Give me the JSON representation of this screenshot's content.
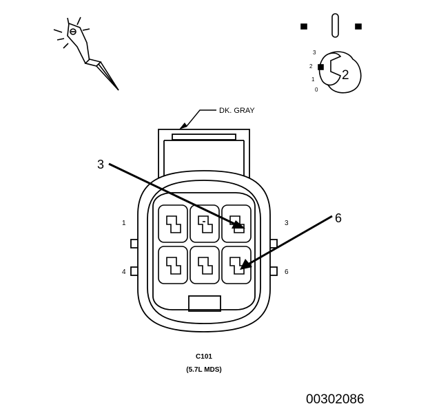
{
  "wire_color": "DK. GRAY",
  "callouts": [
    "3",
    "6"
  ],
  "pin_labels": {
    "top_left": "1",
    "top_right": "3",
    "bottom_left": "4",
    "bottom_right": "6"
  },
  "connector": {
    "id": "C101",
    "variant": "(5.7L MDS)"
  },
  "key_icon": {
    "label": "2",
    "scale": [
      "3",
      "2",
      "1",
      "0"
    ]
  },
  "document_id": "00302086",
  "colors": {
    "line": "#000000",
    "background": "#ffffff"
  },
  "icons": [
    "probe-icon",
    "connector-key-icon"
  ]
}
